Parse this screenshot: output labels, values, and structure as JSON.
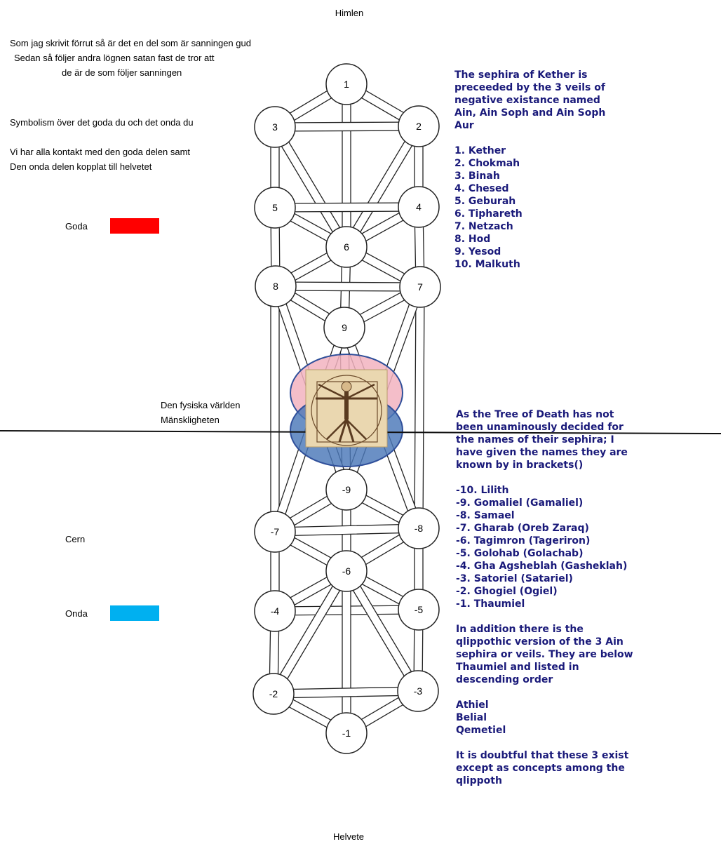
{
  "top_label": "Himlen",
  "bottom_label": "Helvete",
  "intro_lines": [
    "Som jag skrivit förrut så är det en del som är sanningen gud",
    "Sedan så följer andra lögnen satan fast de tror att",
    "de är de som följer sanningen"
  ],
  "symbolism_line": "Symbolism över det goda du och det onda du",
  "contact_lines": [
    "Vi har alla kontakt med den goda delen samt",
    "Den onda delen kopplat till helvetet"
  ],
  "legend": {
    "good_label": "Goda",
    "good_color": "#ff0000",
    "evil_label": "Onda",
    "evil_color": "#00b0f0",
    "cern_label": "Cern"
  },
  "physical_lines": [
    "Den fysiska världen",
    "Mänskligheten"
  ],
  "upper_text": "The sephira of Kether is\npreceeded by the 3 veils of\nnegative existance named\nAin, Ain Soph and Ain Soph\nAur\n\n1. Kether\n2. Chokmah\n3. Binah\n4. Chesed\n5. Geburah\n6. Tiphareth\n7. Netzach\n8. Hod\n9. Yesod\n10. Malkuth",
  "lower_text": "As the Tree of Death has not\nbeen unaminously decided for\nthe names of their sephira; I\nhave given the names they are\nknown by in brackets()\n\n-10. Lilith\n-9. Gomaliel (Gamaliel)\n-8. Samael\n-7. Gharab (Oreb Zaraq)\n-6. Tagimron (Tageriron)\n-5. Golohab (Golachab)\n-4. Gha Agsheblah (Gasheklah)\n-3. Satoriel (Satariel)\n-2. Ghogiel (Ogiel)\n-1. Thaumiel\n\nIn addition there is the\nqlippothic version of the 3 Ain\nsephira or veils. They are below\nThaumiel and listed in\ndescending order\n\nAthiel\nBelial\nQemetiel\n\nIt is doubtful that these 3 exist\nexcept as concepts among the\nqlippoth",
  "upper_sephirot": [
    "1",
    "2",
    "3",
    "4",
    "5",
    "6",
    "7",
    "8",
    "9"
  ],
  "lower_sephirot": [
    "-9",
    "-8",
    "-7",
    "-6",
    "-5",
    "-4",
    "-3",
    "-2",
    "-1"
  ],
  "overlap_colors": {
    "upper": "#f2b3bf",
    "lower": "#4a78b8"
  }
}
